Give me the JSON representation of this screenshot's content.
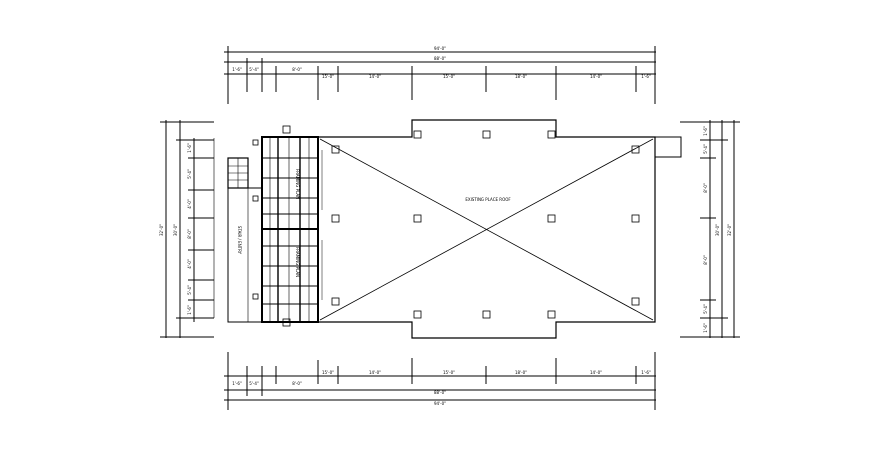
{
  "drawing": {
    "center_label": "EXISTING PLACE ROOF",
    "stair_label": "STAIR / ENTRY",
    "structure_labels": [
      "FRAMING PLAN",
      "FRAMING PLAN"
    ],
    "dims_top_overall": "94'-0\"",
    "dims_top_mid": "88'-0\"",
    "dims_top_row": [
      "1'-6\"",
      "5'-4\"",
      "8'-0\"",
      "15'-0\"",
      "14'-0\"",
      "15'-0\"",
      "18'-0\"",
      "14'-0\"",
      "1'-6\""
    ],
    "dims_bottom_overall": "94'-0\"",
    "dims_bottom_mid": "88'-0\"",
    "dims_bottom_row": [
      "1'-6\"",
      "5'-4\"",
      "8'-0\"",
      "15'-0\"",
      "14'-0\"",
      "15'-0\"",
      "18'-0\"",
      "14'-0\"",
      "1'-6\""
    ],
    "dims_left_overall": "32'-0\"",
    "dims_left_mid": "30'-0\"",
    "dims_left_row": [
      "1'-6\"",
      "5'-4\"",
      "4'-0\"",
      "8'-0\"",
      "4'-0\"",
      "5'-4\"",
      "1'-6\""
    ],
    "dims_right_overall": "32'-0\"",
    "dims_right_mid": "30'-0\"",
    "dims_right_row": [
      "1'-6\"",
      "5'-4\"",
      "8'-0\"",
      "8'-0\"",
      "5'-4\"",
      "1'-6\""
    ],
    "colors": {
      "line": "#000000",
      "background": "#ffffff"
    }
  }
}
